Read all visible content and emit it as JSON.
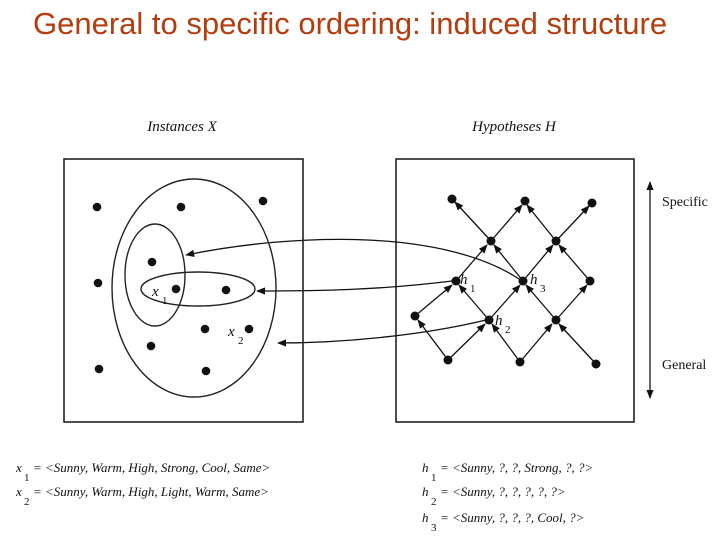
{
  "title": "General to specific ordering: induced structure",
  "instances_label": "Instances X",
  "hypotheses_label": "Hypotheses H",
  "specific_label": "Specific",
  "general_label": "General",
  "x1_label": "x",
  "x1_sub": "1",
  "x2_label": "x",
  "x2_sub": "2",
  "h1_label": "h",
  "h1_sub": "1",
  "h2_label": "h",
  "h2_sub": "2",
  "h3_label": "h",
  "h3_sub": "3",
  "defs": [
    {
      "var": "x",
      "sub": "1",
      "text": "= <Sunny, Warm, High, Strong, Cool, Same>"
    },
    {
      "var": "x",
      "sub": "2",
      "text": "= <Sunny, Warm, High, Light, Warm, Same>"
    },
    {
      "var": "h",
      "sub": "1",
      "text": "= <Sunny, ?, ?, Strong, ?, ?>"
    },
    {
      "var": "h",
      "sub": "2",
      "text": "= <Sunny, ?, ?, ?, ?, ?>"
    },
    {
      "var": "h",
      "sub": "3",
      "text": "= <Sunny, ?, ?, ?, Cool, ?>"
    }
  ]
}
